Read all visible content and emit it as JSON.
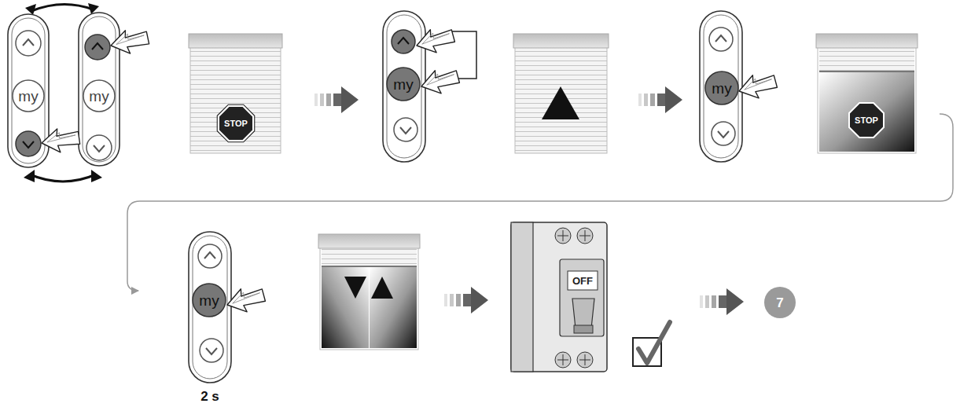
{
  "diagram": {
    "nodes": [
      {
        "text": [
          "7"
        ]
      }
    ],
    "labels": [
      "my",
      "my",
      "STOP",
      "my",
      "my",
      "STOP",
      "my",
      "2 s",
      "OFF"
    ]
  }
}
